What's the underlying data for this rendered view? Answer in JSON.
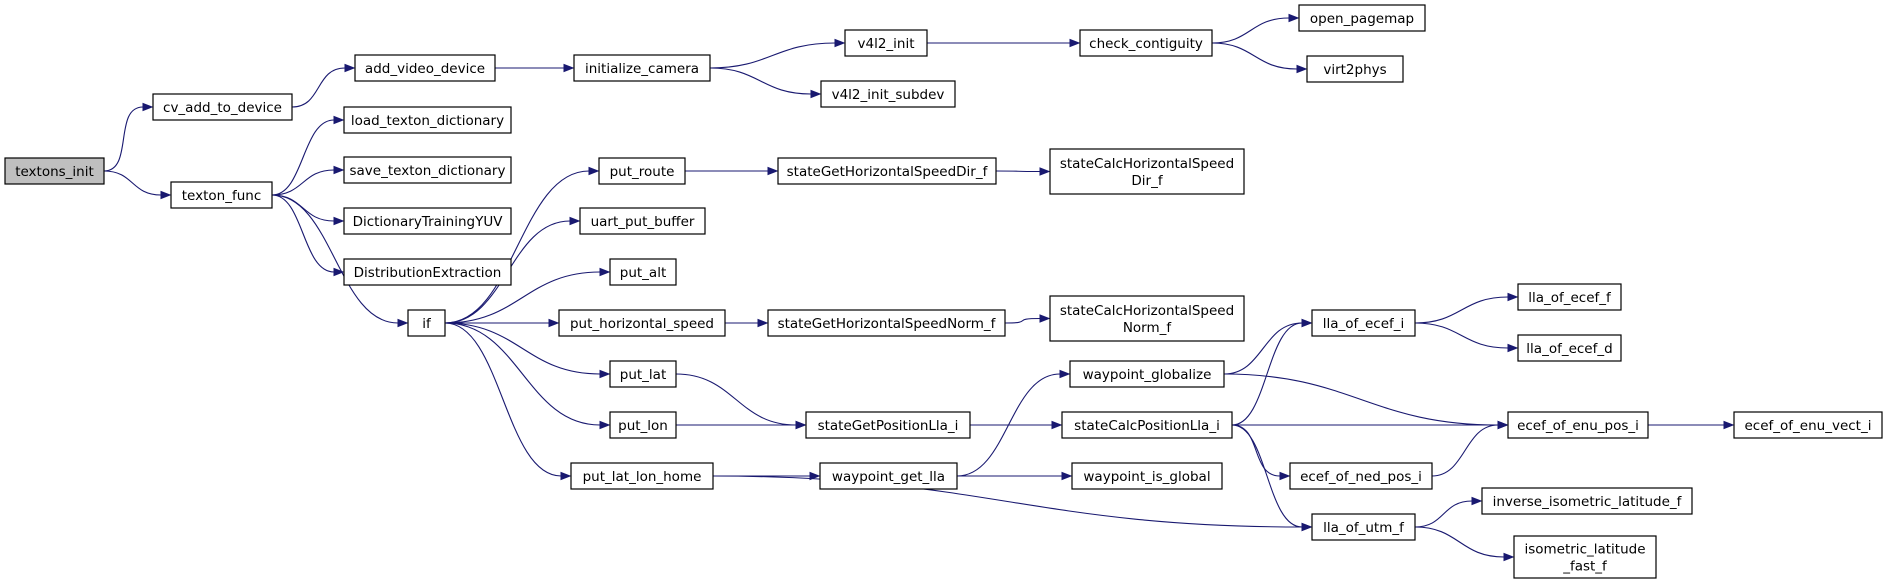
{
  "graph": {
    "root_color": "#bfbfbf",
    "node_color": "#ffffff",
    "edge_color": "#191970",
    "nodes": [
      {
        "id": "textons_init",
        "label": [
          "textons_init"
        ],
        "root": true
      },
      {
        "id": "cv_add_to_device",
        "label": [
          "cv_add_to_device"
        ]
      },
      {
        "id": "texton_func",
        "label": [
          "texton_func"
        ]
      },
      {
        "id": "add_video_device",
        "label": [
          "add_video_device"
        ]
      },
      {
        "id": "initialize_camera",
        "label": [
          "initialize_camera"
        ]
      },
      {
        "id": "v4l2_init",
        "label": [
          "v4l2_init"
        ]
      },
      {
        "id": "v4l2_init_subdev",
        "label": [
          "v4l2_init_subdev"
        ]
      },
      {
        "id": "check_contiguity",
        "label": [
          "check_contiguity"
        ]
      },
      {
        "id": "open_pagemap",
        "label": [
          "open_pagemap"
        ]
      },
      {
        "id": "virt2phys",
        "label": [
          "virt2phys"
        ]
      },
      {
        "id": "load_texton_dictionary",
        "label": [
          "load_texton_dictionary"
        ]
      },
      {
        "id": "save_texton_dictionary",
        "label": [
          "save_texton_dictionary"
        ]
      },
      {
        "id": "DictionaryTrainingYUV",
        "label": [
          "DictionaryTrainingYUV"
        ]
      },
      {
        "id": "DistributionExtraction",
        "label": [
          "DistributionExtraction"
        ]
      },
      {
        "id": "if",
        "label": [
          "if"
        ]
      },
      {
        "id": "put_route",
        "label": [
          "put_route"
        ]
      },
      {
        "id": "uart_put_buffer",
        "label": [
          "uart_put_buffer"
        ]
      },
      {
        "id": "put_alt",
        "label": [
          "put_alt"
        ]
      },
      {
        "id": "put_horizontal_speed",
        "label": [
          "put_horizontal_speed"
        ]
      },
      {
        "id": "put_lat",
        "label": [
          "put_lat"
        ]
      },
      {
        "id": "put_lon",
        "label": [
          "put_lon"
        ]
      },
      {
        "id": "put_lat_lon_home",
        "label": [
          "put_lat_lon_home"
        ]
      },
      {
        "id": "stateGetHorizontalSpeedDir_f",
        "label": [
          "stateGetHorizontalSpeedDir_f"
        ]
      },
      {
        "id": "stateCalcHorizontalSpeedDir_f",
        "label": [
          "stateCalcHorizontalSpeed",
          "Dir_f"
        ]
      },
      {
        "id": "stateGetHorizontalSpeedNorm_f",
        "label": [
          "stateGetHorizontalSpeedNorm_f"
        ]
      },
      {
        "id": "stateCalcHorizontalSpeedNorm_f",
        "label": [
          "stateCalcHorizontalSpeed",
          "Norm_f"
        ]
      },
      {
        "id": "stateGetPositionLla_i",
        "label": [
          "stateGetPositionLla_i"
        ]
      },
      {
        "id": "waypoint_get_lla",
        "label": [
          "waypoint_get_lla"
        ]
      },
      {
        "id": "waypoint_globalize",
        "label": [
          "waypoint_globalize"
        ]
      },
      {
        "id": "stateCalcPositionLla_i",
        "label": [
          "stateCalcPositionLla_i"
        ]
      },
      {
        "id": "waypoint_is_global",
        "label": [
          "waypoint_is_global"
        ]
      },
      {
        "id": "lla_of_ecef_i",
        "label": [
          "lla_of_ecef_i"
        ]
      },
      {
        "id": "lla_of_ecef_f",
        "label": [
          "lla_of_ecef_f"
        ]
      },
      {
        "id": "lla_of_ecef_d",
        "label": [
          "lla_of_ecef_d"
        ]
      },
      {
        "id": "ecef_of_enu_pos_i",
        "label": [
          "ecef_of_enu_pos_i"
        ]
      },
      {
        "id": "ecef_of_ned_pos_i",
        "label": [
          "ecef_of_ned_pos_i"
        ]
      },
      {
        "id": "ecef_of_enu_vect_i",
        "label": [
          "ecef_of_enu_vect_i"
        ]
      },
      {
        "id": "lla_of_utm_f",
        "label": [
          "lla_of_utm_f"
        ]
      },
      {
        "id": "inverse_isometric_latitude_f",
        "label": [
          "inverse_isometric_latitude_f"
        ]
      },
      {
        "id": "isometric_latitude_fast_f",
        "label": [
          "isometric_latitude",
          "_fast_f"
        ]
      }
    ],
    "edges": [
      [
        "textons_init",
        "cv_add_to_device"
      ],
      [
        "textons_init",
        "texton_func"
      ],
      [
        "cv_add_to_device",
        "add_video_device"
      ],
      [
        "add_video_device",
        "initialize_camera"
      ],
      [
        "initialize_camera",
        "v4l2_init"
      ],
      [
        "initialize_camera",
        "v4l2_init_subdev"
      ],
      [
        "v4l2_init",
        "check_contiguity"
      ],
      [
        "check_contiguity",
        "open_pagemap"
      ],
      [
        "check_contiguity",
        "virt2phys"
      ],
      [
        "texton_func",
        "load_texton_dictionary"
      ],
      [
        "texton_func",
        "save_texton_dictionary"
      ],
      [
        "texton_func",
        "DictionaryTrainingYUV"
      ],
      [
        "texton_func",
        "DistributionExtraction"
      ],
      [
        "texton_func",
        "if"
      ],
      [
        "if",
        "put_route"
      ],
      [
        "if",
        "uart_put_buffer"
      ],
      [
        "if",
        "put_alt"
      ],
      [
        "if",
        "put_horizontal_speed"
      ],
      [
        "if",
        "put_lat"
      ],
      [
        "if",
        "put_lon"
      ],
      [
        "if",
        "put_lat_lon_home"
      ],
      [
        "put_route",
        "stateGetHorizontalSpeedDir_f"
      ],
      [
        "stateGetHorizontalSpeedDir_f",
        "stateCalcHorizontalSpeedDir_f"
      ],
      [
        "put_horizontal_speed",
        "stateGetHorizontalSpeedNorm_f"
      ],
      [
        "stateGetHorizontalSpeedNorm_f",
        "stateCalcHorizontalSpeedNorm_f"
      ],
      [
        "put_lat",
        "stateGetPositionLla_i"
      ],
      [
        "put_lon",
        "stateGetPositionLla_i"
      ],
      [
        "stateGetPositionLla_i",
        "stateCalcPositionLla_i"
      ],
      [
        "put_lat_lon_home",
        "waypoint_get_lla"
      ],
      [
        "put_lat_lon_home",
        "lla_of_utm_f"
      ],
      [
        "waypoint_get_lla",
        "waypoint_globalize"
      ],
      [
        "waypoint_get_lla",
        "waypoint_is_global"
      ],
      [
        "waypoint_globalize",
        "lla_of_ecef_i"
      ],
      [
        "waypoint_globalize",
        "ecef_of_enu_pos_i"
      ],
      [
        "stateCalcPositionLla_i",
        "lla_of_ecef_i"
      ],
      [
        "stateCalcPositionLla_i",
        "ecef_of_enu_pos_i"
      ],
      [
        "stateCalcPositionLla_i",
        "ecef_of_ned_pos_i"
      ],
      [
        "stateCalcPositionLla_i",
        "lla_of_utm_f"
      ],
      [
        "lla_of_ecef_i",
        "lla_of_ecef_f"
      ],
      [
        "lla_of_ecef_i",
        "lla_of_ecef_d"
      ],
      [
        "ecef_of_ned_pos_i",
        "ecef_of_enu_pos_i"
      ],
      [
        "ecef_of_enu_pos_i",
        "ecef_of_enu_vect_i"
      ],
      [
        "lla_of_utm_f",
        "inverse_isometric_latitude_f"
      ],
      [
        "lla_of_utm_f",
        "isometric_latitude_fast_f"
      ]
    ]
  }
}
